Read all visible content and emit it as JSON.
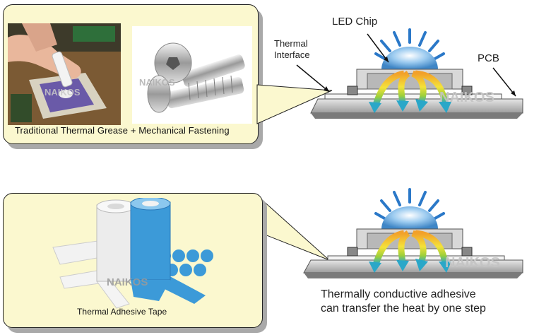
{
  "top_panel": {
    "caption": "Traditional Thermal Grease + Mechanical Fastening",
    "labels": {
      "led_chip": "LED Chip",
      "thermal_interface_line1": "Thermal",
      "thermal_interface_line2": "Interface",
      "pcb": "PCB"
    }
  },
  "bottom_panel": {
    "caption": "Thermal Adhesive Tape",
    "description_line1": "Thermally conductive adhesive",
    "description_line2": "can transfer the heat by one step"
  },
  "watermark": "NAIKOS",
  "colors": {
    "callout_fill": "#fbf8cf",
    "callout_shadow": "#a9a9a9",
    "led_dome": "#6ab0e8",
    "light_rays": "#2a78c8",
    "tape_blue": "#3c9ad8",
    "pcb_gray": "#bdbdbd"
  }
}
